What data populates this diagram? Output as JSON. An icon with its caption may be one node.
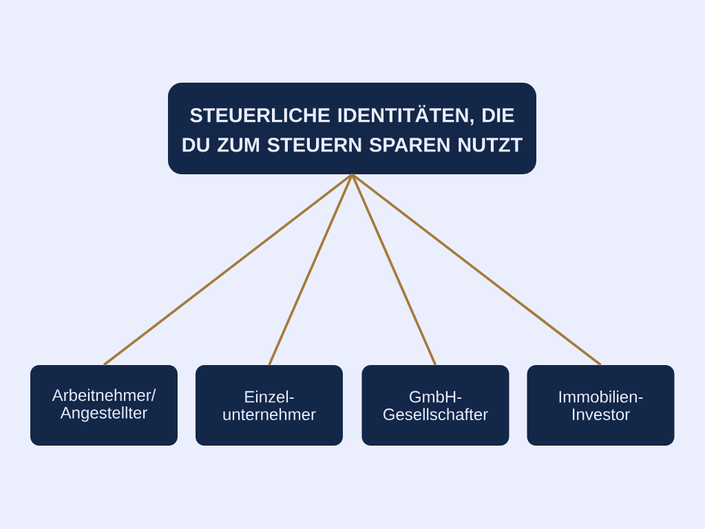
{
  "diagram": {
    "nodes": [
      {
        "text": [
          "STEUERLICHE IDENTITÄTEN, DIE DU ZUM STEUERN SPAREN NUTZT"
        ]
      },
      {
        "text": [
          "Arbeitnehmer/ Angestellter"
        ]
      },
      {
        "text": [
          "Einzel- unternehmer"
        ]
      },
      {
        "text": [
          "GmbH- Gesellschafter"
        ]
      },
      {
        "text": [
          "Immobilien- Investor"
        ]
      }
    ],
    "edges": [
      {
        "from": 0,
        "to": 1,
        "arrow": "none"
      },
      {
        "from": 0,
        "to": 2,
        "arrow": "none"
      },
      {
        "from": 0,
        "to": 3,
        "arrow": "none"
      },
      {
        "from": 0,
        "to": 4,
        "arrow": "none"
      }
    ]
  }
}
